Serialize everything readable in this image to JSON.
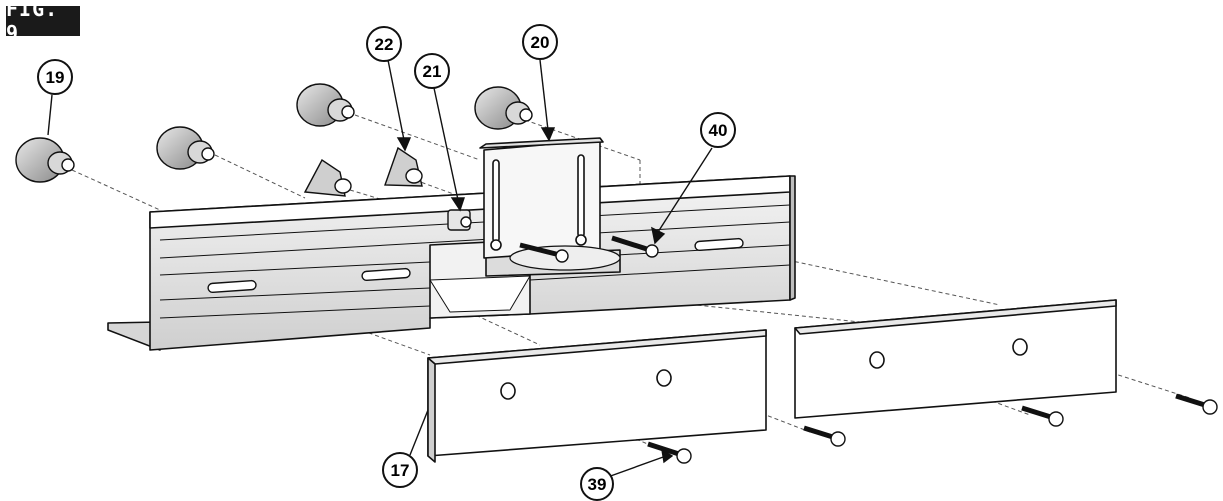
{
  "figure": {
    "label": "FIG. 9"
  },
  "callouts": [
    {
      "id": "c19",
      "text": "19"
    },
    {
      "id": "c22",
      "text": "22"
    },
    {
      "id": "c21",
      "text": "21"
    },
    {
      "id": "c20",
      "text": "20"
    },
    {
      "id": "c40",
      "text": "40"
    },
    {
      "id": "c17",
      "text": "17"
    },
    {
      "id": "c39",
      "text": "39"
    }
  ]
}
